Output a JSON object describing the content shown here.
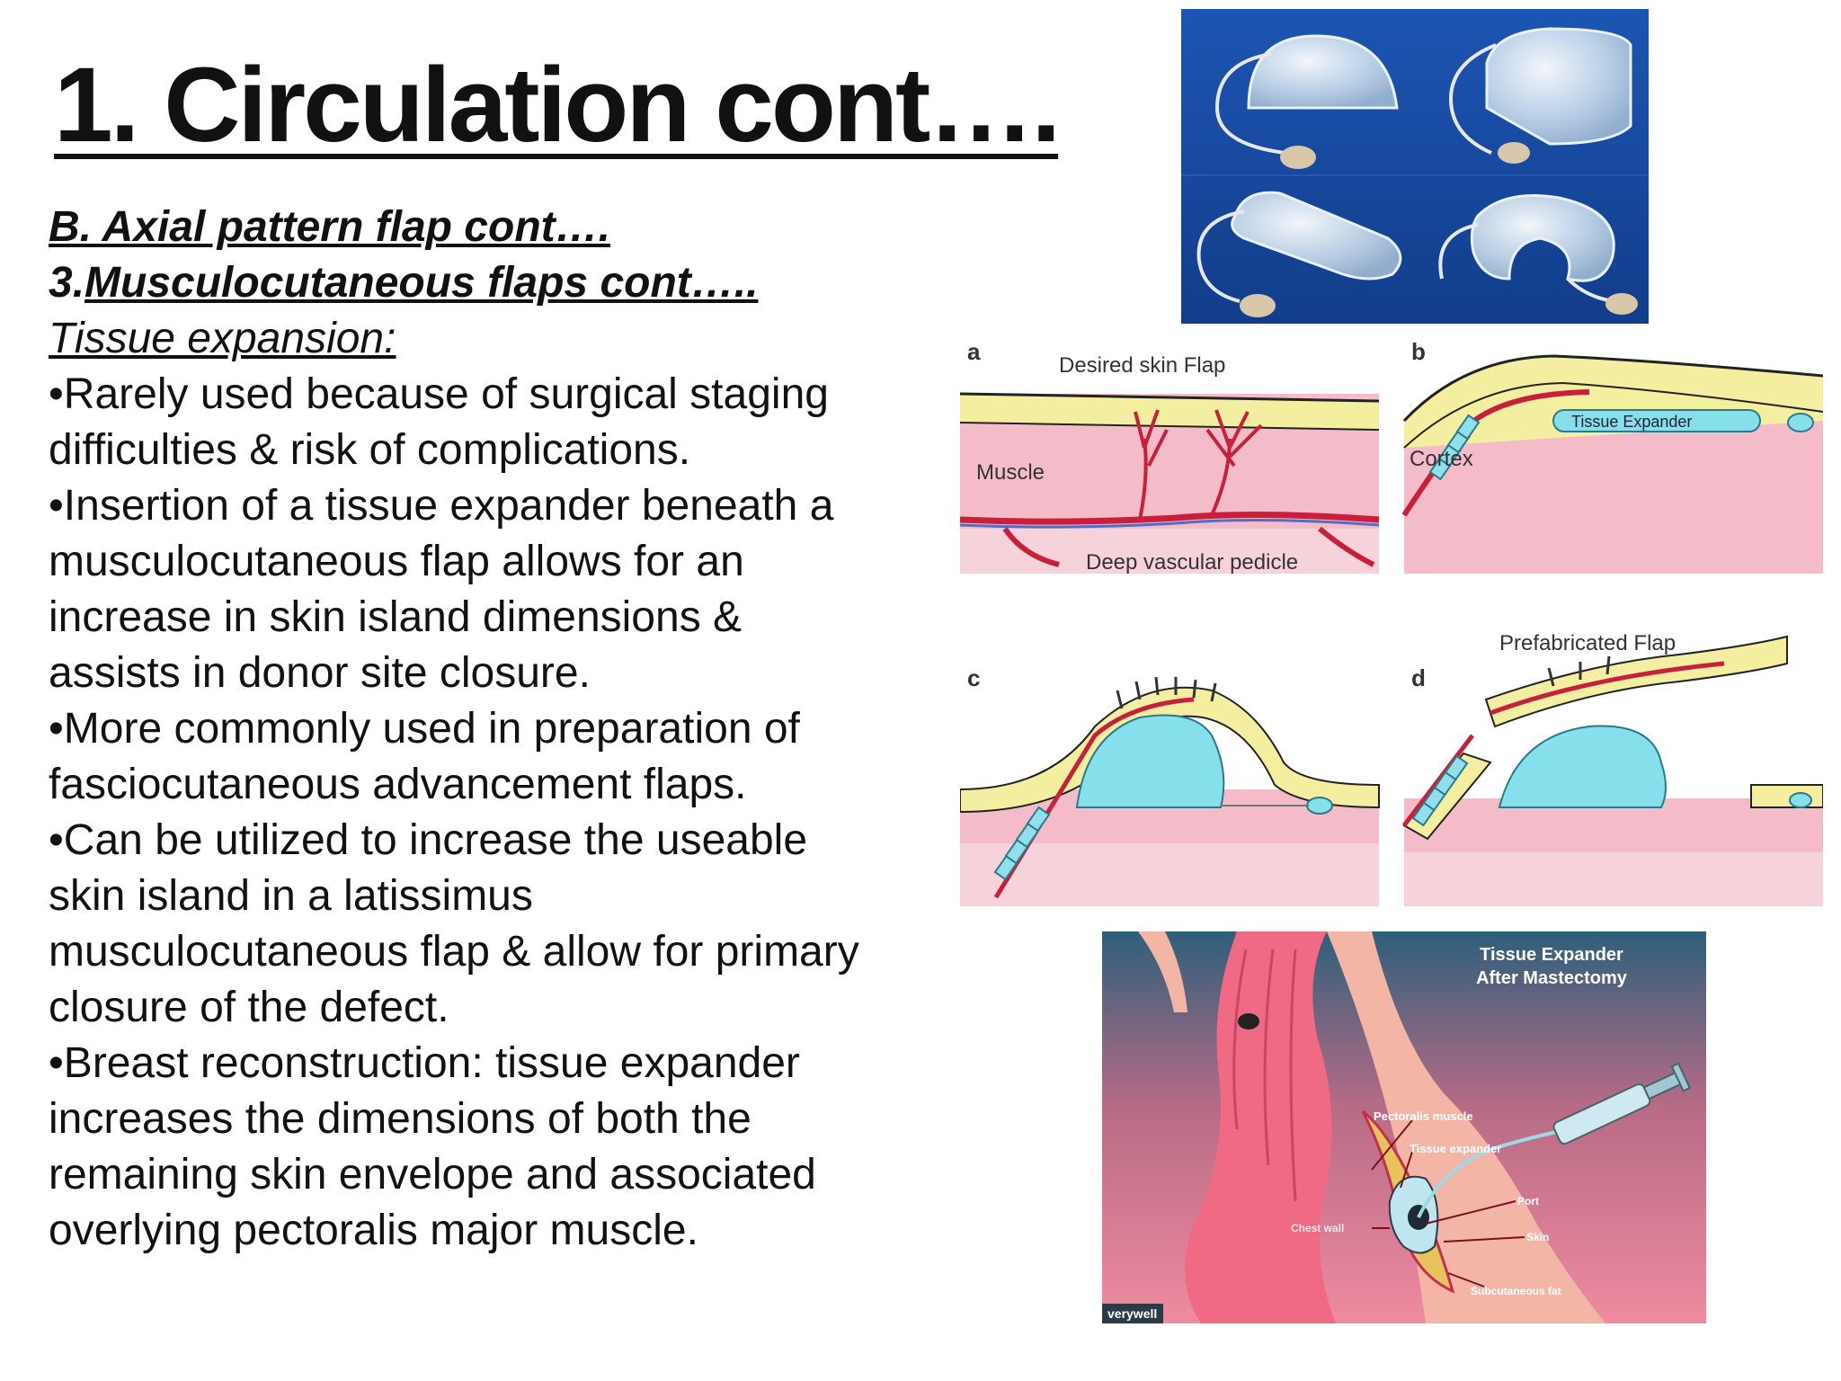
{
  "slide": {
    "title": "1. Circulation cont….",
    "heading1": "B. Axial pattern flap cont….",
    "heading2_prefix": "3.",
    "heading2_main": "Musculocutaneous flaps cont…..",
    "heading3": "Tissue expansion:",
    "bullets": [
      {
        "lines": [
          "•Rarely used because of surgical staging",
          "difficulties & risk of complications."
        ]
      },
      {
        "lines": [
          "•Insertion of a tissue expander beneath a",
          "musculocutaneous flap allows for an",
          "increase in skin island dimensions &",
          "assists in donor site closure."
        ]
      },
      {
        "lines": [
          "•More commonly used in preparation of",
          "fasciocutaneous advancement flaps."
        ]
      },
      {
        "lines": [
          "•Can be utilized to increase the useable",
          "skin island in a latissimus",
          "musculocutaneous flap & allow for primary",
          "closure of the defect."
        ]
      },
      {
        "lines": [
          "•Breast reconstruction: tissue expander",
          "increases the dimensions of both the",
          "remaining skin envelope and associated",
          "overlying pectoralis major muscle."
        ]
      }
    ]
  },
  "diagram": {
    "panel_a": {
      "letter": "a",
      "label_top": "Desired skin Flap",
      "label_muscle": "Muscle",
      "label_bottom": "Deep vascular pedicle"
    },
    "panel_b": {
      "letter": "b",
      "label_expander": "Tissue Expander",
      "label_cortex": "Cortex"
    },
    "panel_c": {
      "letter": "c"
    },
    "panel_d": {
      "letter": "d",
      "label_top": "Prefabricated Flap"
    }
  },
  "illustration": {
    "title_line1": "Tissue Expander",
    "title_line2": "After Mastectomy",
    "labels": {
      "pectoralis": "Pectoralis muscle",
      "expander": "Tissue expander",
      "port": "Port",
      "skin": "Skin",
      "chest_wall": "Chest wall",
      "fat": "Subcutaneous fat"
    },
    "brand": "verywell"
  },
  "colors": {
    "photo_bg": "#1a4fa8",
    "skin_yellow": "#f4efa0",
    "muscle_pink": "#f2b6c4",
    "vessel_red": "#c8203a",
    "expander_cyan": "#86e0ec",
    "illus_bg_top": "#2e5f7a",
    "illus_bg_bottom": "#e87a92"
  }
}
